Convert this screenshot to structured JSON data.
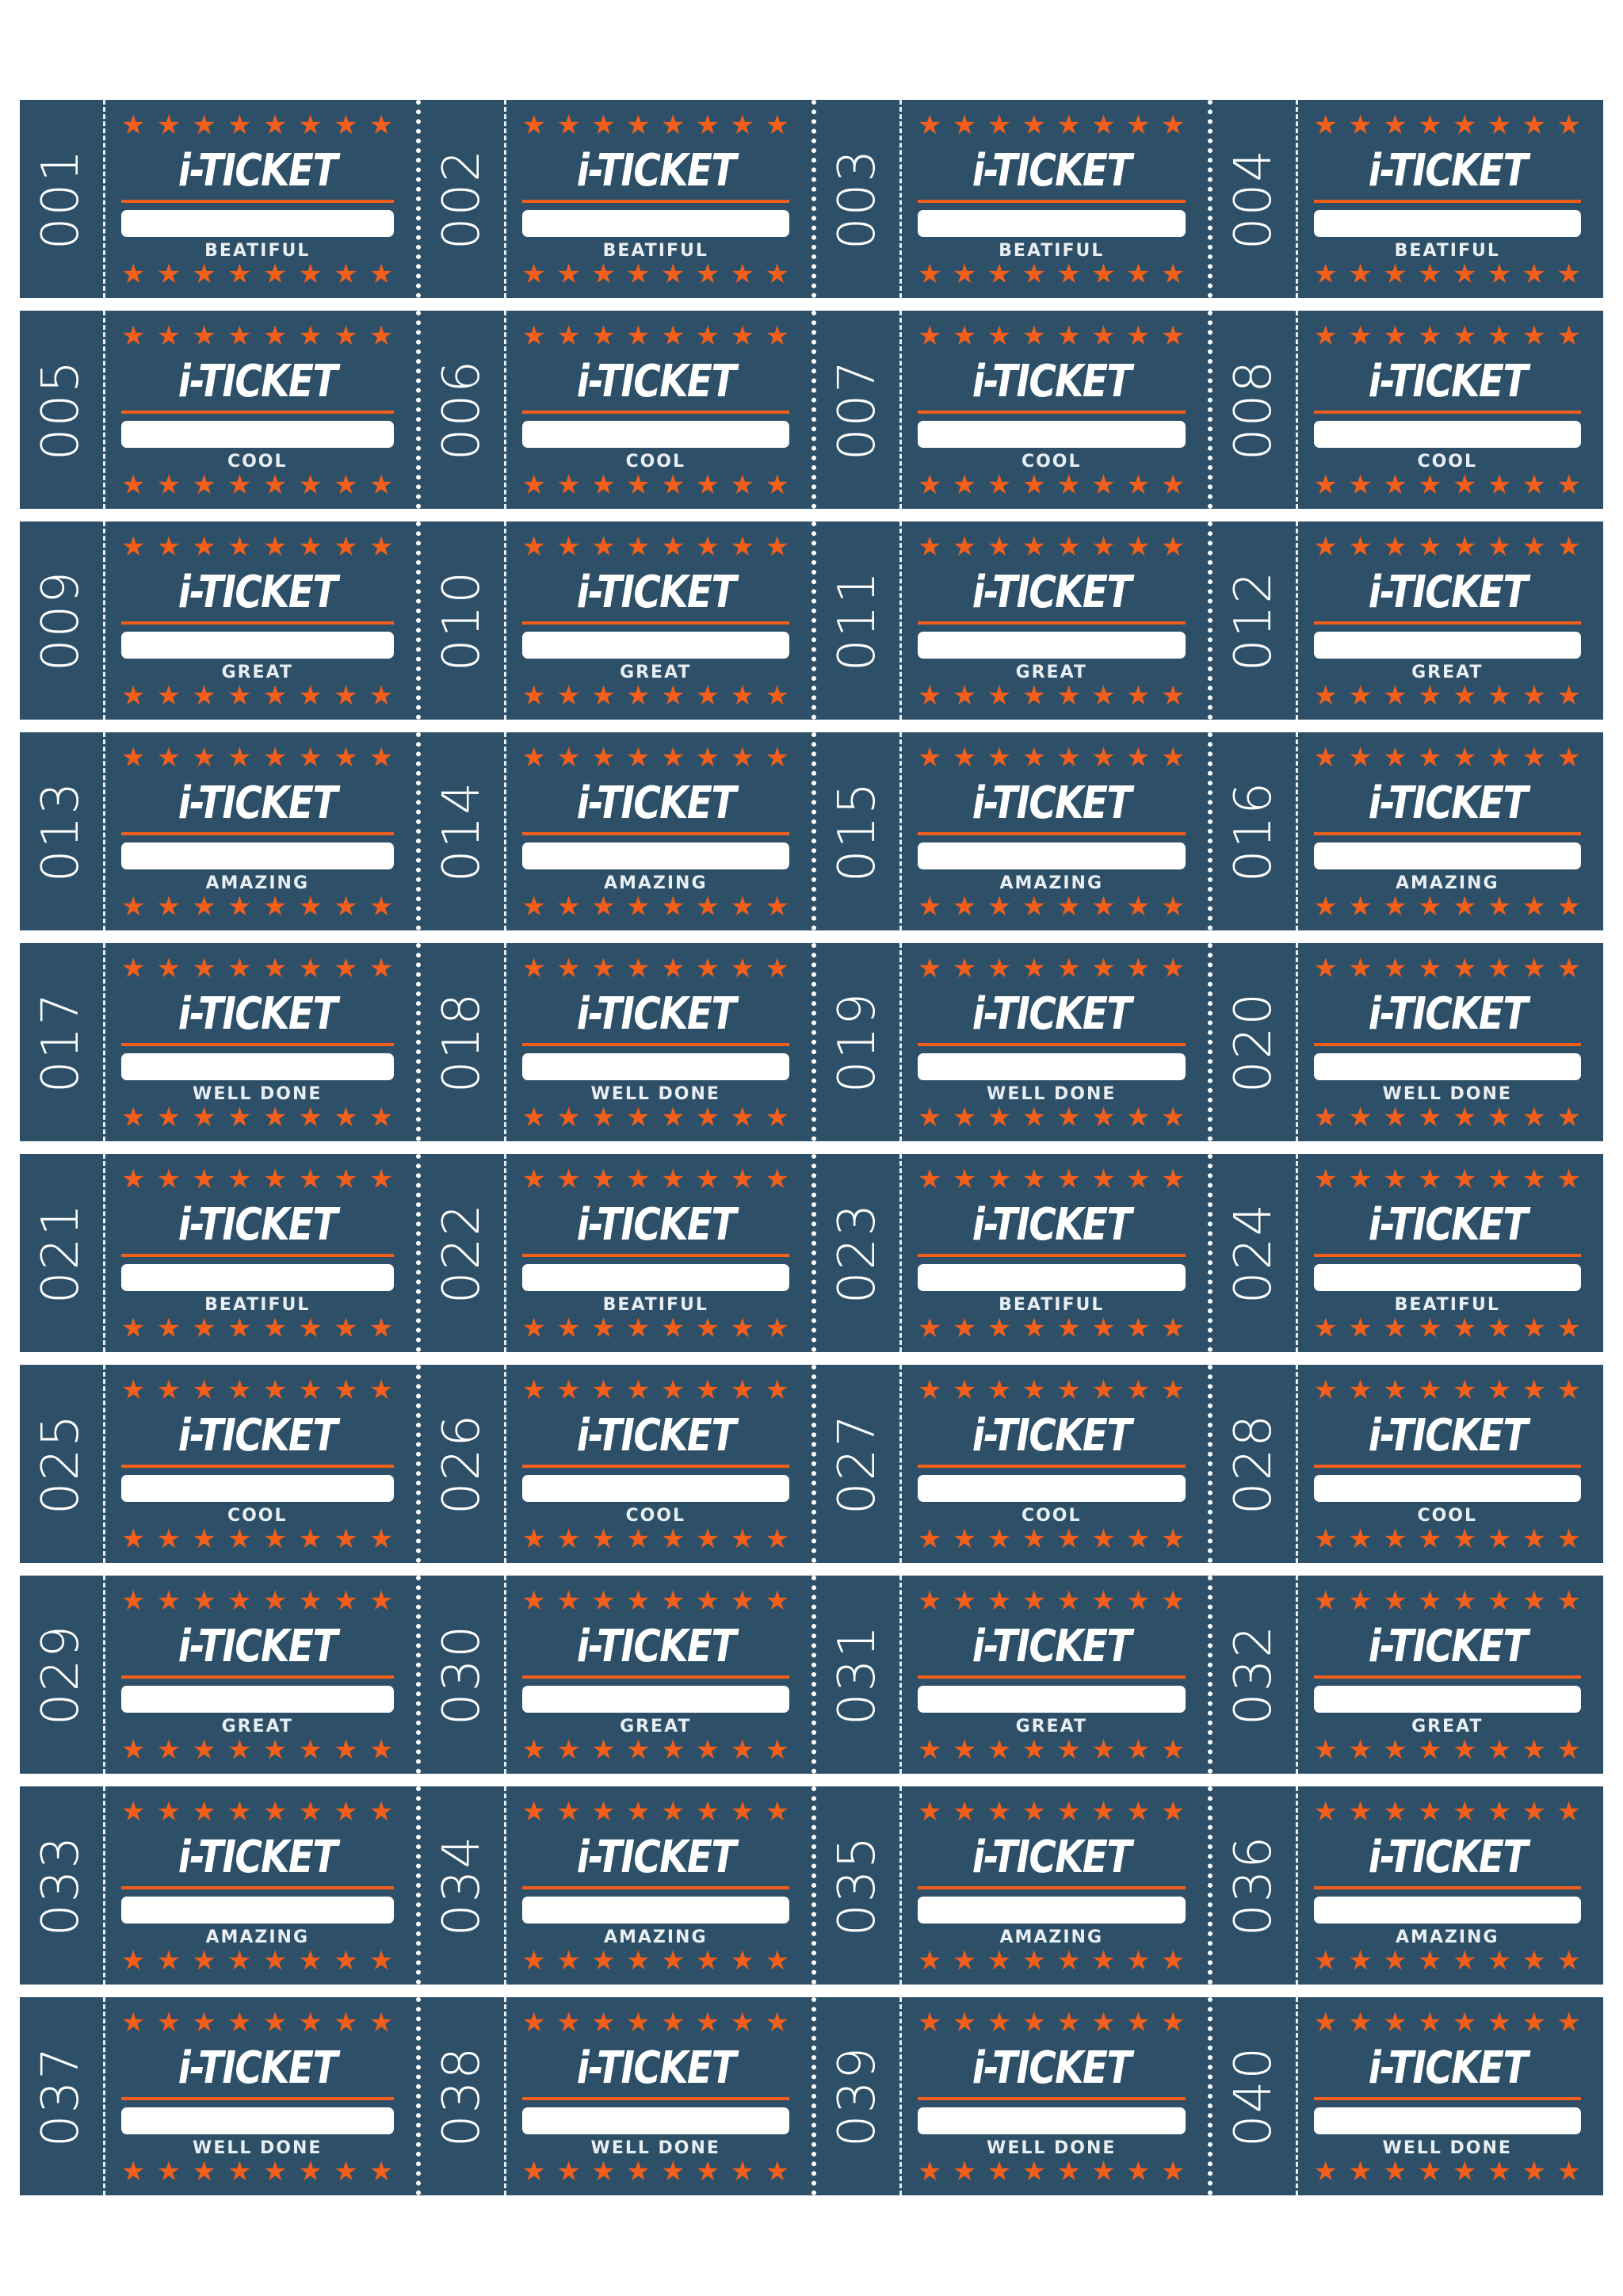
{
  "colors": {
    "ticket_bg": "#2d5068",
    "accent": "#f35f1b",
    "text": "#ffffff",
    "page_bg": "#ffffff"
  },
  "ticket": {
    "title": "i-TICKET",
    "star_icon": "star-icon",
    "stars_per_row": 8,
    "star_glyph": "★"
  },
  "rows": [
    {
      "caption": "BEATIFUL",
      "numbers": [
        "001",
        "002",
        "003",
        "004"
      ]
    },
    {
      "caption": "COOL",
      "numbers": [
        "005",
        "006",
        "007",
        "008"
      ]
    },
    {
      "caption": "GREAT",
      "numbers": [
        "009",
        "010",
        "011",
        "012"
      ]
    },
    {
      "caption": "AMAZING",
      "numbers": [
        "013",
        "014",
        "015",
        "016"
      ]
    },
    {
      "caption": "WELL DONE",
      "numbers": [
        "017",
        "018",
        "019",
        "020"
      ]
    },
    {
      "caption": "BEATIFUL",
      "numbers": [
        "021",
        "022",
        "023",
        "024"
      ]
    },
    {
      "caption": "COOL",
      "numbers": [
        "025",
        "026",
        "027",
        "028"
      ]
    },
    {
      "caption": "GREAT",
      "numbers": [
        "029",
        "030",
        "031",
        "032"
      ]
    },
    {
      "caption": "AMAZING",
      "numbers": [
        "033",
        "034",
        "035",
        "036"
      ]
    },
    {
      "caption": "WELL DONE",
      "numbers": [
        "037",
        "038",
        "039",
        "040"
      ]
    }
  ]
}
